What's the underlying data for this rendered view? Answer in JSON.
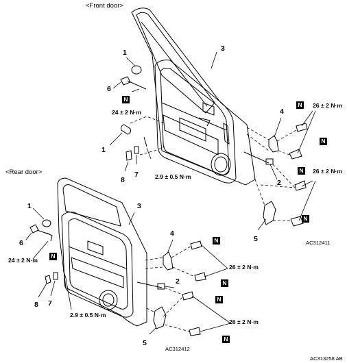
{
  "headings": {
    "front_door": "<Front door>",
    "rear_door": "<Rear door>"
  },
  "front": {
    "part_numbers": {
      "n1a": "1",
      "n1b": "1",
      "n3": "3",
      "n4": "4",
      "n6": "6",
      "n2": "2",
      "n7": "7",
      "n8": "8"
    },
    "torque_24": "24 ± 2 N·m",
    "torque_26": "26 ± 2 N·m",
    "torque_29": "2.9 ± 0.5 N·m",
    "n_badge": "N",
    "figure_code": "AC312411"
  },
  "rear": {
    "part_numbers": {
      "n1": "1",
      "n3": "3",
      "n4": "4",
      "n6": "6",
      "n2": "2",
      "n7": "7",
      "n8": "8",
      "n5": "5"
    },
    "torque_24": "24 ± 2 N·m",
    "torque_26a": "26 ± 2 N·m",
    "torque_26b": "26 ± 2 N·m",
    "torque_29": "2.9 ± 0.5 N·m",
    "n_badge": "N",
    "figure_code": "AC312412"
  },
  "front_part5": "5",
  "sheet_code": "AC313258 AB"
}
